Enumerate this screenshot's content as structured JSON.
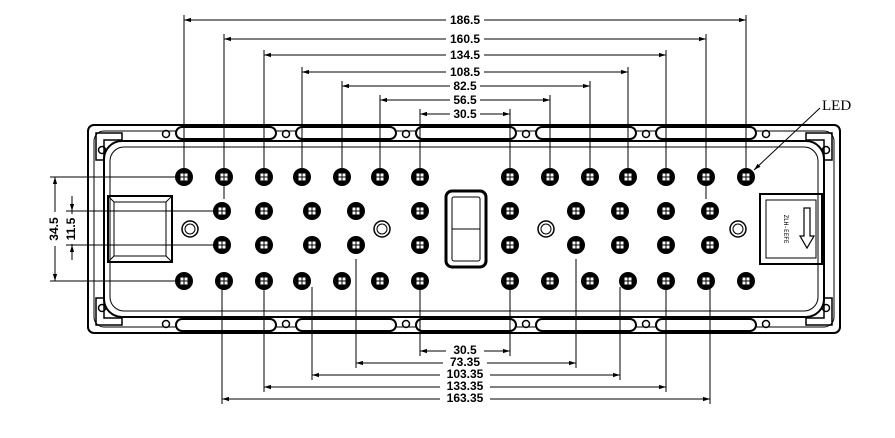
{
  "top_dimensions": [
    "186.5",
    "160.5",
    "134.5",
    "108.5",
    "82.5",
    "56.5",
    "30.5"
  ],
  "bottom_dimensions": [
    "30.5",
    "73.35",
    "103.35",
    "133.35",
    "163.35"
  ],
  "left_dimensions": [
    "34.5",
    "11.5"
  ],
  "callout": "LED",
  "connector_marking": "ZLH-EEFE"
}
